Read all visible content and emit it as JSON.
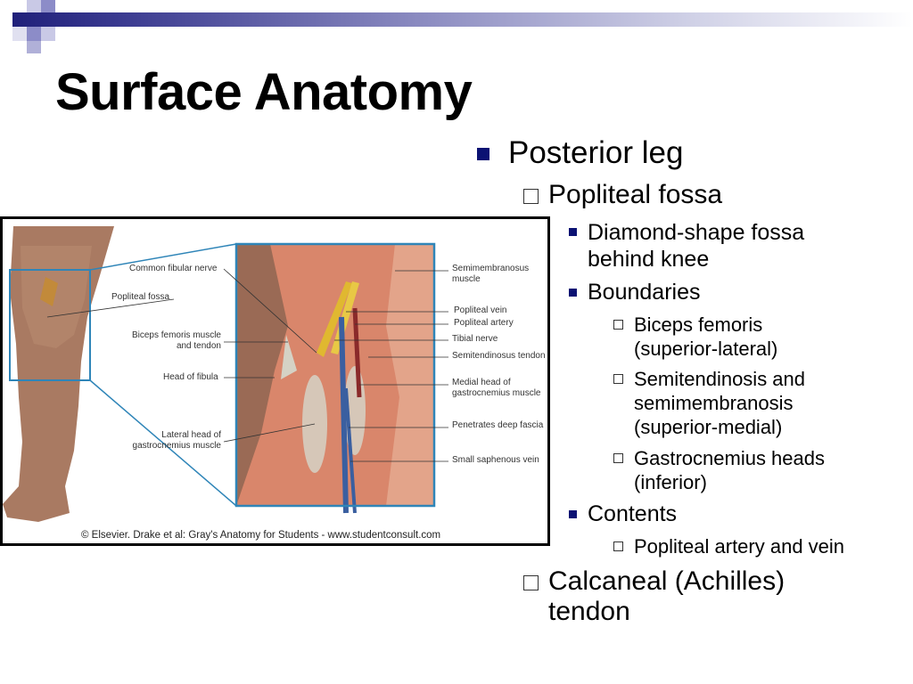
{
  "slide": {
    "title": "Surface Anatomy",
    "bullets": [
      {
        "level": 1,
        "text": "Posterior leg"
      },
      {
        "level": 2,
        "text": "Popliteal fossa"
      },
      {
        "level": 3,
        "text": "Diamond-shape fossa behind knee"
      },
      {
        "level": 3,
        "text": "Boundaries"
      },
      {
        "level": 4,
        "text": "Biceps femoris (superior-lateral)"
      },
      {
        "level": 4,
        "text": "Semitendinosis and semimembranosis (superior-medial)"
      },
      {
        "level": 4,
        "text": "Gastrocnemius heads (inferior)"
      },
      {
        "level": 3,
        "text": "Contents"
      },
      {
        "level": 4,
        "text": "Popliteal artery and vein"
      },
      {
        "level": 2,
        "text": "Calcaneal (Achilles) tendon"
      }
    ]
  },
  "figure": {
    "labels_left": [
      "Common fibular nerve",
      "Popliteal fossa",
      "Biceps femoris muscle and tendon",
      "Head of fibula",
      "Lateral head of gastrocnemius muscle"
    ],
    "labels_right": [
      "Semimembranosus muscle",
      "Popliteal vein",
      "Popliteal artery",
      "Tibial nerve",
      "Semitendinosus tendon",
      "Medial head of gastrocnemius muscle",
      "Penetrates deep fascia",
      "Small saphenous vein"
    ],
    "credit": "© Elsevier. Drake et al: Gray's Anatomy for Students - www.studentconsult.com"
  },
  "colors": {
    "bullet": "#0b1273",
    "title_bar": "#20207a",
    "frame": "#2f85b8"
  }
}
